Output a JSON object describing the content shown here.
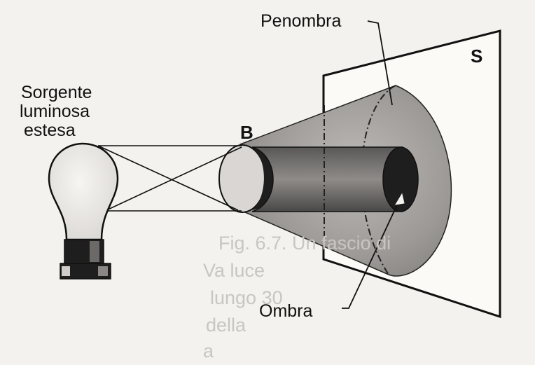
{
  "labels": {
    "penombra": "Penombra",
    "screen": "S",
    "source_line1": "Sorgente",
    "source_line2": "luminosa",
    "source_line3": "estesa",
    "obstacle": "B",
    "ombra": "Ombra"
  },
  "show_through_lines": [
    "Fig. 6.7. Un fascio di",
    "Va              luce",
    "lungo 30 ",
    "della ",
    "a         "
  ],
  "colors": {
    "ink": "#111111",
    "background": "#f4f2ee",
    "shade_light": "#d9d6d3",
    "shade_mid": "#a9a6a3",
    "shade_dark": "#1e1e1e",
    "show_through": "#c9c6c2"
  }
}
